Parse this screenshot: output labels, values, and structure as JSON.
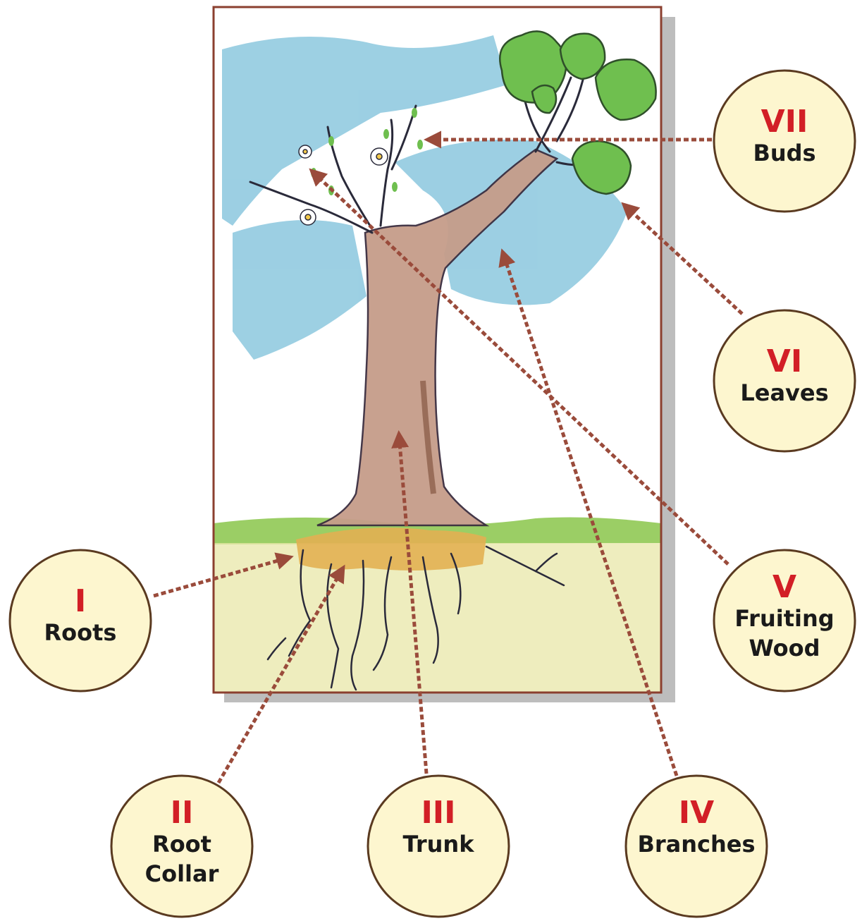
{
  "colors": {
    "frame": "#8b3f2f",
    "leader": "#9a4b3b",
    "circle_fill": "#fdf6cf",
    "circle_stroke": "#5a3a20",
    "numeral": "#d21f26",
    "sky": "#6fb9d6",
    "trunk": "#a77f6b",
    "leaves": "#6fbf4f",
    "grass": "#8ac64a",
    "soil": "#e2b052"
  },
  "labels": [
    {
      "id": "I",
      "numeral": "I",
      "name_lines": [
        "Roots"
      ]
    },
    {
      "id": "II",
      "numeral": "II",
      "name_lines": [
        "Root",
        "Collar"
      ]
    },
    {
      "id": "III",
      "numeral": "III",
      "name_lines": [
        "Trunk"
      ]
    },
    {
      "id": "IV",
      "numeral": "IV",
      "name_lines": [
        "Branches"
      ]
    },
    {
      "id": "V",
      "numeral": "V",
      "name_lines": [
        "Fruiting",
        "Wood"
      ]
    },
    {
      "id": "VI",
      "numeral": "VI",
      "name_lines": [
        "Leaves"
      ]
    },
    {
      "id": "VII",
      "numeral": "VII",
      "name_lines": [
        "Buds"
      ]
    }
  ]
}
